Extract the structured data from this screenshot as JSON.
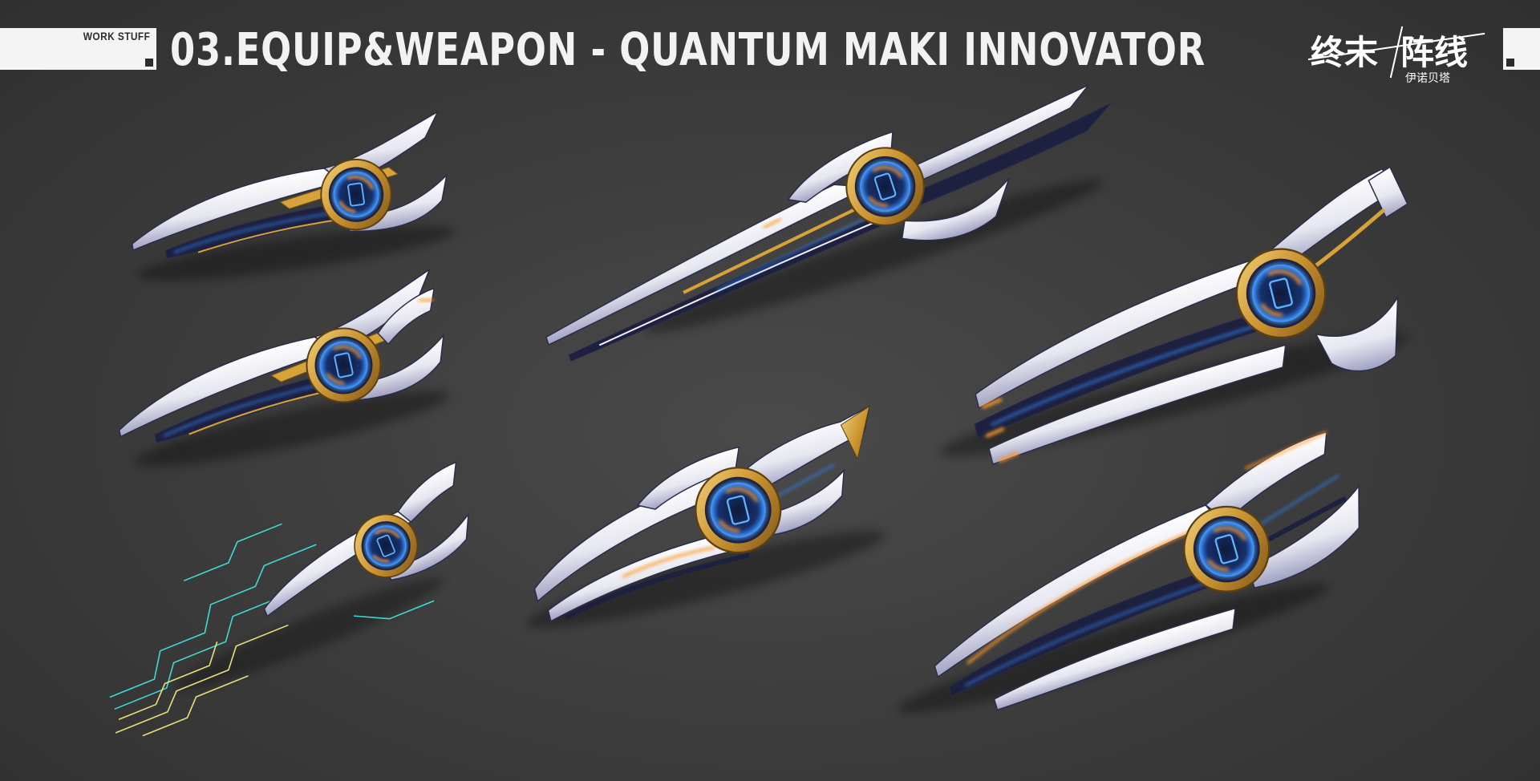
{
  "header": {
    "tag": "WORK STUFF",
    "title": "03.EQUIP&WEAPON - QUANTUM MAKI INNOVATOR"
  },
  "logo": {
    "name": "终末阵线 伊诺贝塔",
    "line1_left": "终末",
    "line1_right": "阵线",
    "line2": "伊诺贝塔"
  },
  "colors": {
    "background": "#3b3b3b",
    "armor_white": "#f2f2f6",
    "armor_shadow": "#8d8fb0",
    "dark_navy": "#1d1f3a",
    "gold": "#d6a23a",
    "gold_dark": "#8f6420",
    "energy_blue": "#2f7fe8",
    "energy_orange": "#ff9a2a",
    "wire_cyan": "#3fd9d4",
    "wire_yellow": "#e6e07a"
  },
  "weapons": [
    {
      "id": "w1",
      "icon": "winged-blade-weapon-icon"
    },
    {
      "id": "w2",
      "icon": "long-lance-weapon-icon"
    },
    {
      "id": "w3",
      "icon": "heavy-cannon-weapon-icon"
    },
    {
      "id": "w4",
      "icon": "winged-blade-weapon-icon"
    },
    {
      "id": "w5",
      "icon": "compact-pod-weapon-icon"
    },
    {
      "id": "w6",
      "icon": "wireframe-weapon-icon"
    },
    {
      "id": "w7",
      "icon": "heavy-blade-weapon-icon"
    }
  ]
}
